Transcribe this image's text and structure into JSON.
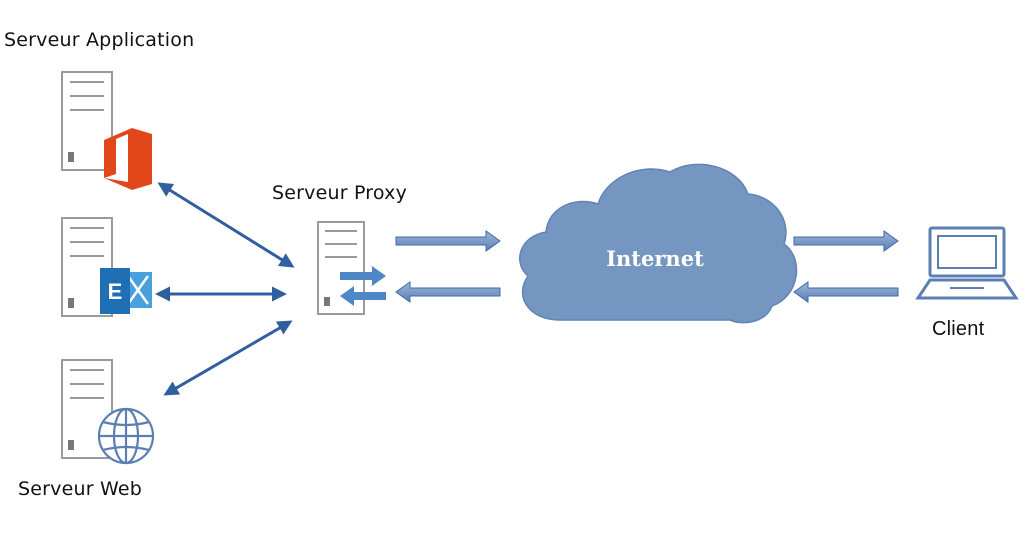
{
  "diagram": {
    "labels": {
      "app_server": "Serveur Application",
      "proxy_server": "Serveur Proxy",
      "web_server": "Serveur Web",
      "internet": "Internet",
      "client": "Client"
    },
    "colors": {
      "arrow_blue": "#2f5f9f",
      "cloud_fill": "#7496c0",
      "server_outline": "#9a9a9a",
      "office_orange": "#e2461b",
      "exchange_blue": "#1f6fb5",
      "laptop_blue": "#5b7fb3"
    },
    "icons": {
      "app_server": "office-icon",
      "exchange_server": "exchange-icon",
      "web_server": "globe-icon",
      "proxy": "swap-arrows-icon",
      "client": "laptop-icon"
    }
  }
}
